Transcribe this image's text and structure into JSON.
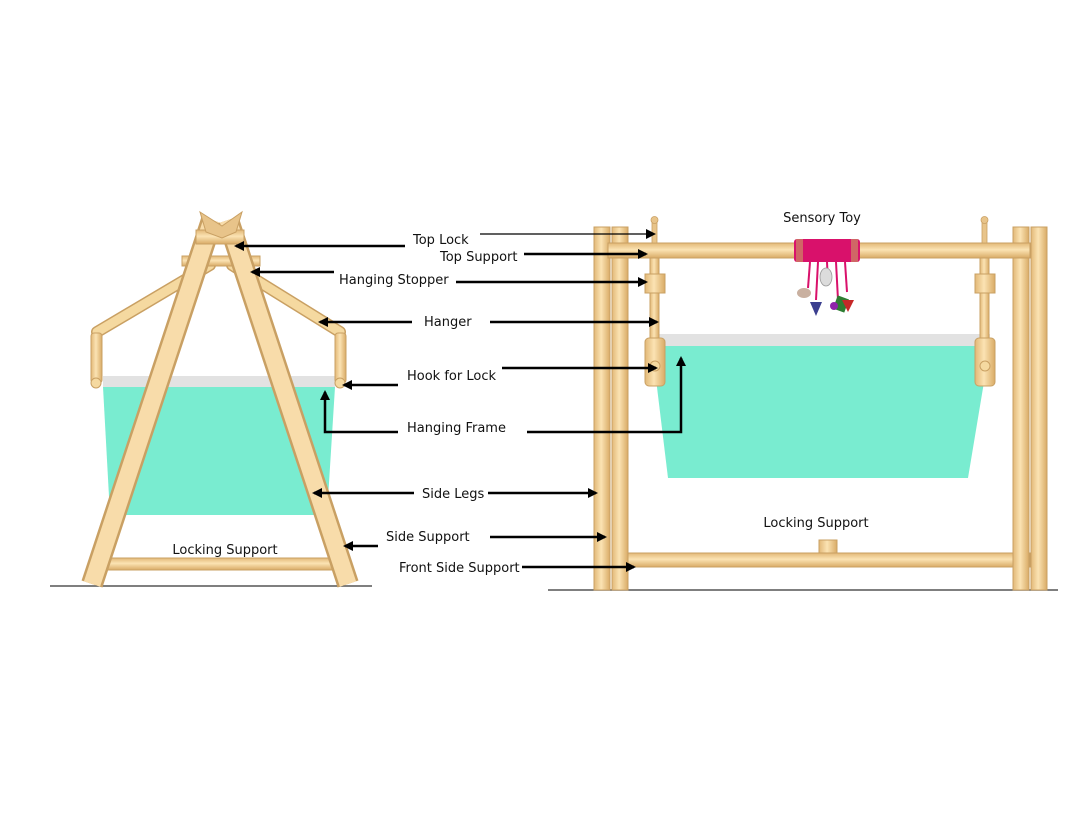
{
  "labels": {
    "top_lock": "Top Lock",
    "top_support": "Top Support",
    "hanging_stopper": "Hanging Stopper",
    "hanger": "Hanger",
    "hook_for_lock": "Hook for Lock",
    "hanging_frame": "Hanging Frame",
    "side_legs": "Side Legs",
    "side_support": "Side Support",
    "front_side_support": "Front Side Support",
    "sensory_toy": "Sensory Toy",
    "locking_support_left": "Locking Support",
    "locking_support_right": "Locking Support"
  },
  "colors": {
    "wood": "#f5d9a0",
    "wood_edge": "#c9a063",
    "basket": "#79ecd0",
    "basket_rim": "#e2e2e2",
    "toy_band": "#d9116b",
    "arrow": "#000000",
    "ground": "#555555"
  }
}
